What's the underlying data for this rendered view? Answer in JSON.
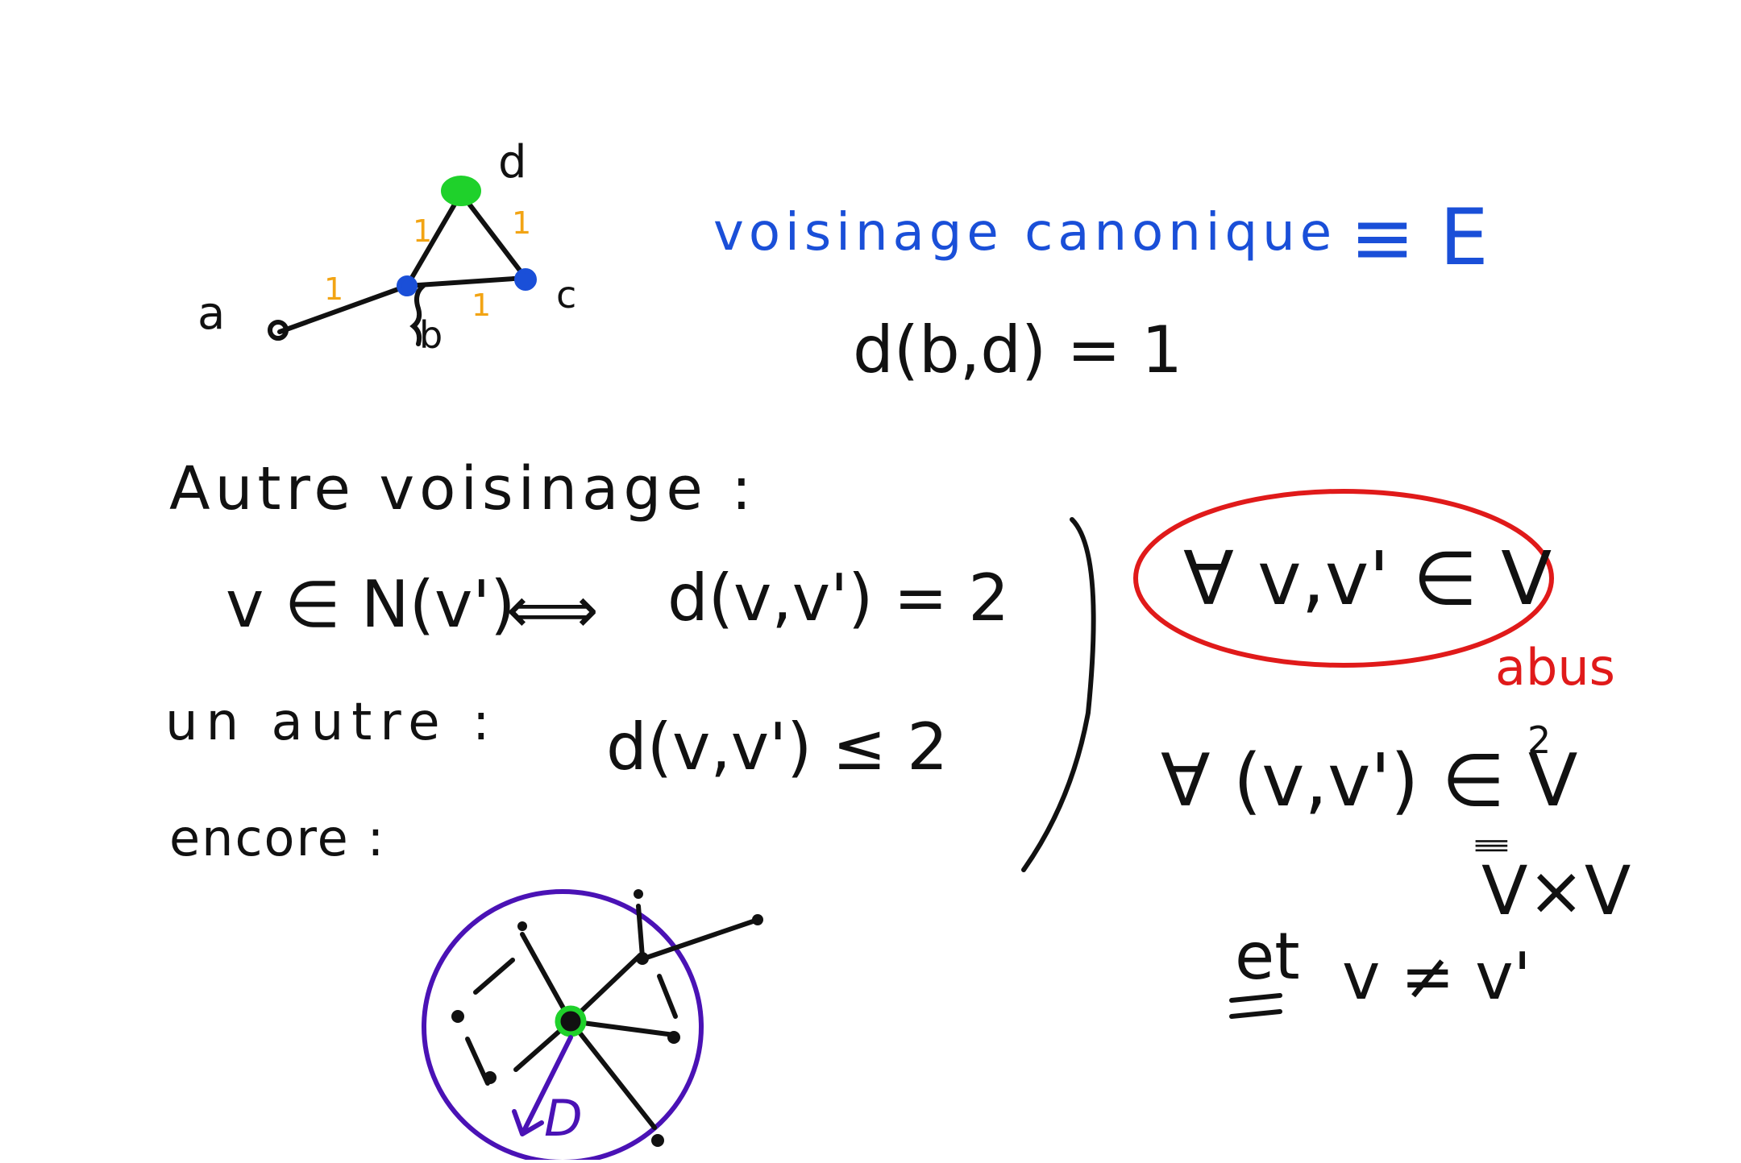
{
  "colors": {
    "ink": "#111111",
    "blue": "#1a4fd8",
    "red": "#e01a1a",
    "purple": "#4a12b5",
    "green": "#1fd12b",
    "orange": "#f2a414"
  },
  "graph_small": {
    "nodes": {
      "a": "a",
      "b": "b",
      "c": "c",
      "d": "d"
    },
    "edge_weight": "1"
  },
  "notes": {
    "canonical": "voisinage canonique",
    "equiv_e": "≡ E",
    "dist_bd": "d(b,d) = 1",
    "autre": "Autre voisinage :",
    "relation_left": "v ∈ N(v')",
    "iff": "⟺",
    "relation_right": "d(v,v') = 2",
    "un_autre": "un autre :",
    "leq": "d(v,v') ≤ 2",
    "encore": "encore :",
    "forall_red": "∀ v,v' ∈ V",
    "abus": "abus",
    "forall_pair": "∀ (v,v') ∈ V",
    "exp2": "2",
    "equiv_bars": "⫼",
    "vxv": "V×V",
    "et": "et",
    "neq": "v ≠ v'",
    "radius": "D"
  }
}
